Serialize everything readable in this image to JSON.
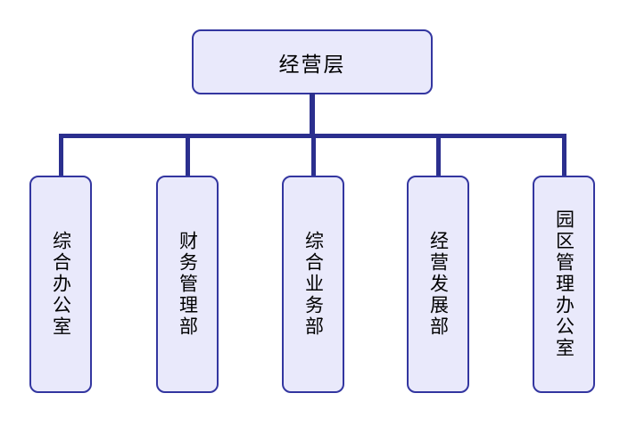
{
  "org": {
    "root": {
      "label": "经营层"
    },
    "children": [
      {
        "label": "综合办公室"
      },
      {
        "label": "财务管理部"
      },
      {
        "label": "综合业务部"
      },
      {
        "label": "经营发展部"
      },
      {
        "label": "园区管理办公室"
      }
    ],
    "colors": {
      "line": "#2B2F8E",
      "node_border": "#3336A0",
      "node_fill": "#E9E9FB",
      "text": "#000000",
      "background": "#FFFFFF"
    }
  }
}
